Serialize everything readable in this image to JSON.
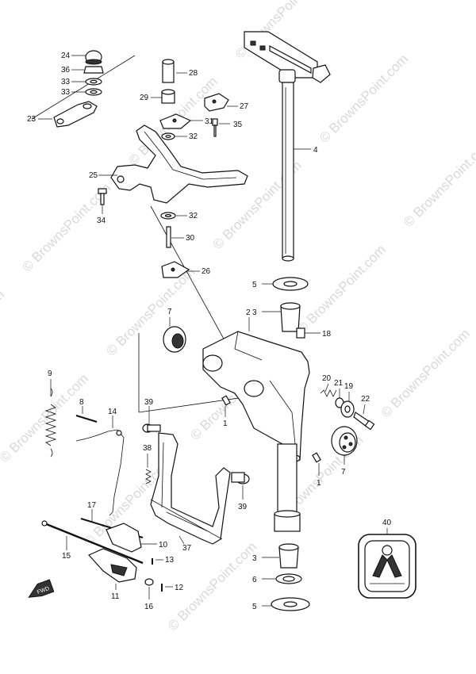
{
  "watermark": "© BrownsPoint.com",
  "callouts": {
    "c1a": "1",
    "c1b": "1",
    "c2": "2",
    "c3a": "3",
    "c3b": "3",
    "c4": "4",
    "c5a": "5",
    "c5b": "5",
    "c6": "6",
    "c7a": "7",
    "c7b": "7",
    "c8": "8",
    "c9": "9",
    "c10": "10",
    "c11": "11",
    "c12": "12",
    "c13": "13",
    "c14": "14",
    "c15": "15",
    "c16": "16",
    "c17": "17",
    "c18": "18",
    "c19": "19",
    "c20": "20",
    "c21": "21",
    "c22": "22",
    "c23": "23",
    "c24": "24",
    "c25": "25",
    "c26": "26",
    "c27": "27",
    "c28": "28",
    "c29": "29",
    "c30": "30",
    "c31": "31",
    "c32a": "32",
    "c32b": "32",
    "c33a": "33",
    "c33b": "33",
    "c34": "34",
    "c35": "35",
    "c36": "36",
    "c37": "37",
    "c38": "38",
    "c39a": "39",
    "c39b": "39",
    "c40": "40"
  },
  "fwd_label": "FWD"
}
